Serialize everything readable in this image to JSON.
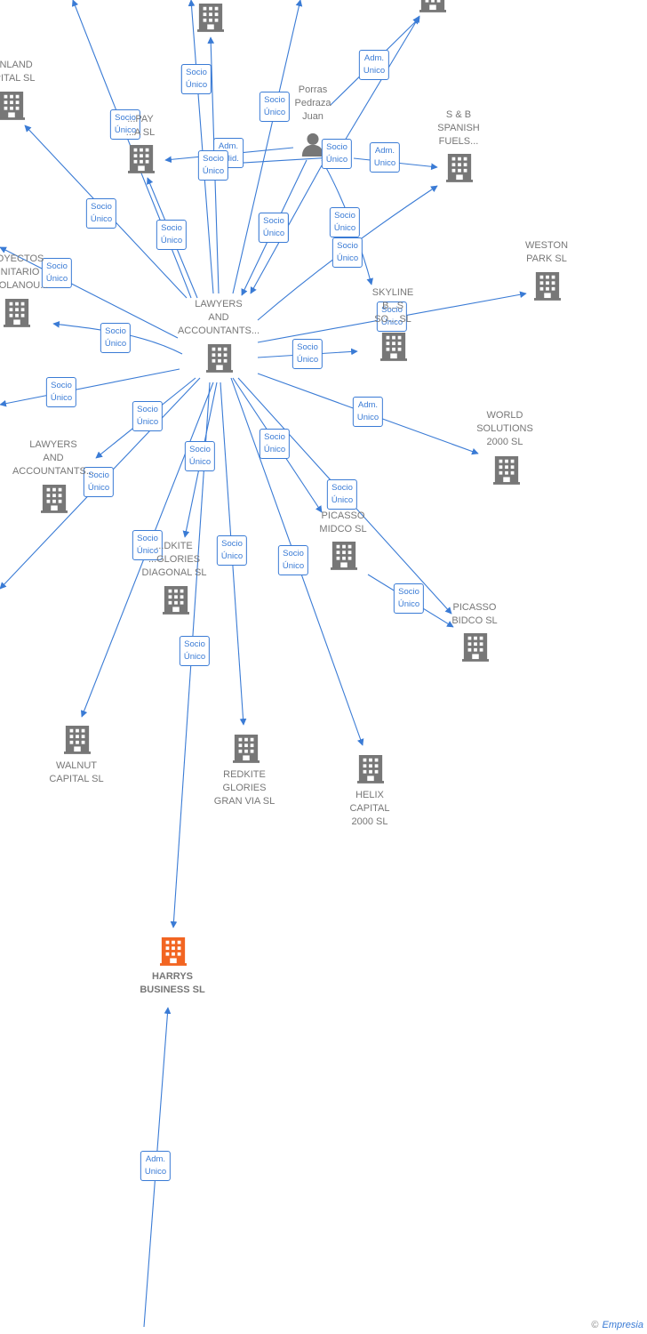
{
  "colors": {
    "edge": "#3a7bd5",
    "company": "#777777",
    "focus": "#f26522",
    "person": "#777777"
  },
  "nodes": [
    {
      "id": "lawyers_main",
      "label": "LAWYERS\nAND\nACCOUNTANTS...",
      "type": "company"
    },
    {
      "id": "harrys",
      "label": "HARRYS\nBUSINESS  SL",
      "type": "company-focus"
    },
    {
      "id": "porras",
      "label": "Porras\nPedraza\nJuan",
      "type": "person"
    },
    {
      "id": "sb_spanish",
      "label": "S & B\nSPANISH\nFUELS...",
      "type": "company"
    },
    {
      "id": "weston",
      "label": "WESTON\nPARK  SL",
      "type": "company"
    },
    {
      "id": "skyline",
      "label": "SKYLINE\nB...S\nSO... SL",
      "type": "company"
    },
    {
      "id": "world",
      "label": "WORLD\nSOLUTIONS\n2000  SL",
      "type": "company"
    },
    {
      "id": "picasso_midco",
      "label": "PICASSO\nMIDCO  SL",
      "type": "company"
    },
    {
      "id": "picasso_bidco",
      "label": "PICASSO\nBIDCO  SL",
      "type": "company"
    },
    {
      "id": "helix",
      "label": "HELIX\nCAPITAL\n2000  SL",
      "type": "company"
    },
    {
      "id": "redkite_gv",
      "label": "REDKITE\nGLORIES\nGRAN VIA  SL",
      "type": "company"
    },
    {
      "id": "redkite_diag",
      "label": "...DKITE\n...GLORIES\nDIAGONAL  SL",
      "type": "company"
    },
    {
      "id": "walnut",
      "label": "WALNUT\nCAPITAL  SL",
      "type": "company"
    },
    {
      "id": "lawyers_2",
      "label": "LAWYERS\nAND\nACCOUNTANTS...",
      "type": "company"
    },
    {
      "id": "proyectos",
      "label": "...OYECTOS\n...NITARIO\n...ROLANOU...",
      "type": "company"
    },
    {
      "id": "inland",
      "label": "...INLAND\n...PITAL  SL",
      "type": "company"
    },
    {
      "id": "pay",
      "label": "...PAY\n...A  SL",
      "type": "company"
    },
    {
      "id": "top_center",
      "label": "",
      "type": "company"
    },
    {
      "id": "top_right",
      "label": "",
      "type": "company"
    }
  ],
  "edges": [
    {
      "id": "e1",
      "label": "Socio\nÚnico"
    },
    {
      "id": "e2",
      "label": "Socio\nÚnico"
    },
    {
      "id": "e3",
      "label": "Socio\nÚnico"
    },
    {
      "id": "e4",
      "label": "Adm.\nUnico"
    },
    {
      "id": "e5",
      "label": "Socio\nÚnico"
    },
    {
      "id": "e6",
      "label": "Adm.\nUnico"
    },
    {
      "id": "e7",
      "label": "Adm.\nSolid."
    },
    {
      "id": "e8",
      "label": "Socio\nÚnico"
    },
    {
      "id": "e9",
      "label": "Adm.\nUnico"
    },
    {
      "id": "e10",
      "label": "Socio\nÚnico"
    },
    {
      "id": "e11",
      "label": "Socio\nÚnico"
    },
    {
      "id": "e12",
      "label": "Socio\nÚnico"
    },
    {
      "id": "e13",
      "label": "Socio\nÚnico"
    },
    {
      "id": "e14",
      "label": "Socio\nÚnico"
    },
    {
      "id": "e15",
      "label": "Adm.\nUnico"
    },
    {
      "id": "e16",
      "label": "Socio\nÚnico"
    },
    {
      "id": "e17",
      "label": "Socio\nÚnico"
    },
    {
      "id": "e18",
      "label": "Socio\nÚnico"
    },
    {
      "id": "e19",
      "label": "Socio\nÚnico"
    },
    {
      "id": "e20",
      "label": "Socio\nÚnico"
    },
    {
      "id": "e21",
      "label": "Socio\nÚnico"
    },
    {
      "id": "e22",
      "label": "Socio\nÚnico"
    },
    {
      "id": "e23",
      "label": "Socio\nÚnico"
    },
    {
      "id": "e24",
      "label": "Socio\nÚnico"
    },
    {
      "id": "e25",
      "label": "Socio\nÚnico"
    },
    {
      "id": "e26",
      "label": "Socio\nÚnico"
    },
    {
      "id": "e27",
      "label": "Socio\nÚnico"
    },
    {
      "id": "e28",
      "label": "Socio\nÚnico"
    },
    {
      "id": "e29",
      "label": "Adm.\nUnico"
    }
  ],
  "footer": {
    "copyright": "©",
    "brand": "Empresia"
  }
}
